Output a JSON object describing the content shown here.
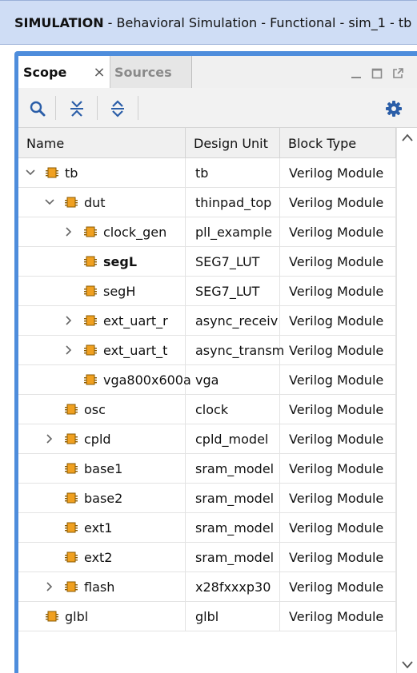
{
  "title": {
    "strong": "SIMULATION",
    "rest": " - Behavioral Simulation - Functional - sim_1 - tb"
  },
  "tabs": [
    {
      "label": "Scope",
      "active": true
    },
    {
      "label": "Sources",
      "active": false
    }
  ],
  "tab_close_glyph": "×",
  "toolbar": {
    "icons": [
      "search-icon",
      "collapse-all-icon",
      "expand-all-icon",
      "gear-icon"
    ]
  },
  "colors": {
    "accent": "#4e8ddc",
    "module_icon": "#f0a020",
    "module_icon_border": "#8a5a00"
  },
  "columns": [
    {
      "label": "Name"
    },
    {
      "label": "Design Unit"
    },
    {
      "label": "Block Type"
    }
  ],
  "rows": [
    {
      "name": "tb",
      "unit": "tb",
      "type": "Verilog Module",
      "level": 0,
      "expander": "expanded",
      "bold": false
    },
    {
      "name": "dut",
      "unit": "thinpad_top",
      "type": "Verilog Module",
      "level": 1,
      "expander": "expanded",
      "bold": false
    },
    {
      "name": "clock_gen",
      "unit": "pll_example",
      "type": "Verilog Module",
      "level": 2,
      "expander": "collapsed",
      "bold": false
    },
    {
      "name": "segL",
      "unit": "SEG7_LUT",
      "type": "Verilog Module",
      "level": 2,
      "expander": "none",
      "bold": true
    },
    {
      "name": "segH",
      "unit": "SEG7_LUT",
      "type": "Verilog Module",
      "level": 2,
      "expander": "none",
      "bold": false
    },
    {
      "name": "ext_uart_r",
      "unit": "async_receiv",
      "type": "Verilog Module",
      "level": 2,
      "expander": "collapsed",
      "bold": false
    },
    {
      "name": "ext_uart_t",
      "unit": "async_transm",
      "type": "Verilog Module",
      "level": 2,
      "expander": "collapsed",
      "bold": false
    },
    {
      "name": "vga800x600a",
      "unit": "vga",
      "type": "Verilog Module",
      "level": 2,
      "expander": "none",
      "bold": false
    },
    {
      "name": "osc",
      "unit": "clock",
      "type": "Verilog Module",
      "level": 1,
      "expander": "none",
      "bold": false
    },
    {
      "name": "cpld",
      "unit": "cpld_model",
      "type": "Verilog Module",
      "level": 1,
      "expander": "collapsed",
      "bold": false
    },
    {
      "name": "base1",
      "unit": "sram_model",
      "type": "Verilog Module",
      "level": 1,
      "expander": "none",
      "bold": false
    },
    {
      "name": "base2",
      "unit": "sram_model",
      "type": "Verilog Module",
      "level": 1,
      "expander": "none",
      "bold": false
    },
    {
      "name": "ext1",
      "unit": "sram_model",
      "type": "Verilog Module",
      "level": 1,
      "expander": "none",
      "bold": false
    },
    {
      "name": "ext2",
      "unit": "sram_model",
      "type": "Verilog Module",
      "level": 1,
      "expander": "none",
      "bold": false
    },
    {
      "name": "flash",
      "unit": "x28fxxxp30",
      "type": "Verilog Module",
      "level": 1,
      "expander": "collapsed",
      "bold": false
    },
    {
      "name": "glbl",
      "unit": "glbl",
      "type": "Verilog Module",
      "level": 0,
      "expander": "none",
      "bold": false
    }
  ]
}
